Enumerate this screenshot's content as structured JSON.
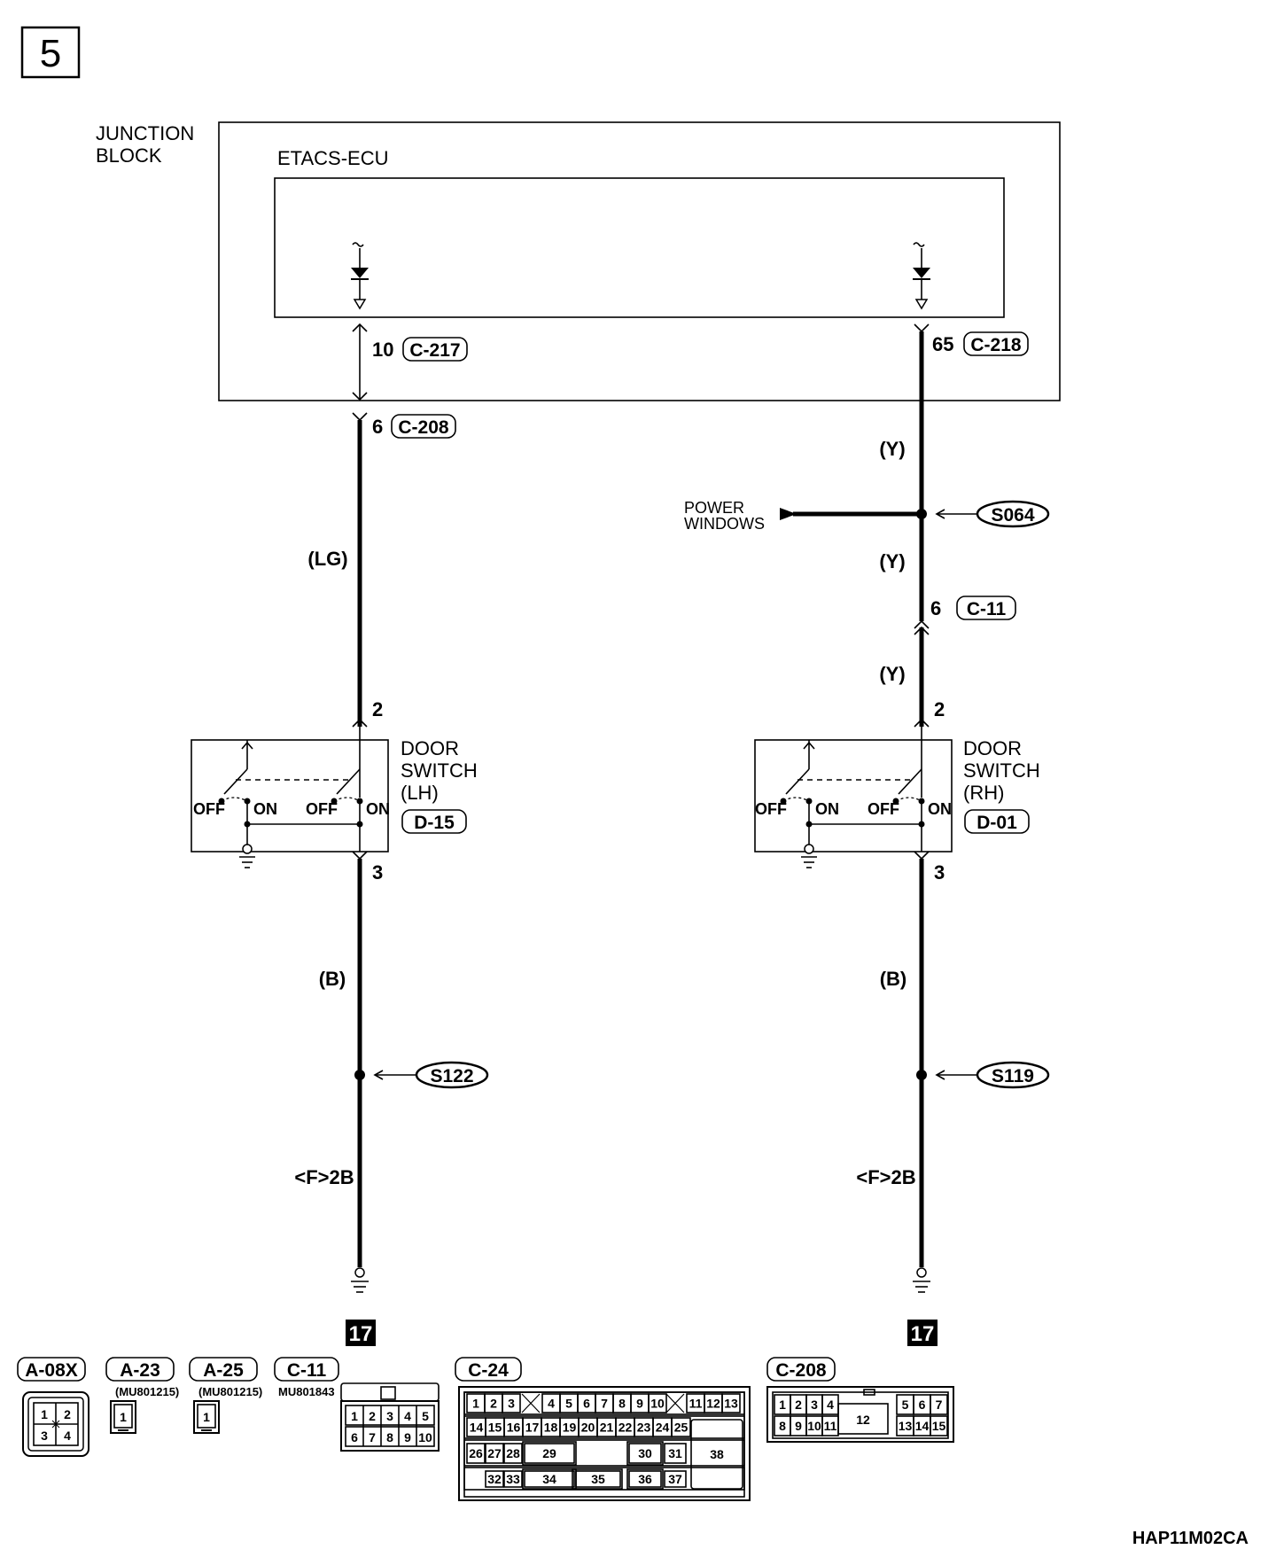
{
  "page_number": "5",
  "junction_block": {
    "line1": "JUNCTION",
    "line2": "BLOCK"
  },
  "ecu_label": "ETACS-ECU",
  "left_circuit": {
    "ecu_pin": "10",
    "ecu_connector": "C-217",
    "jb_pin": "6",
    "jb_connector": "C-208",
    "wire_color_top": "(LG)",
    "switch_pin_in": "2",
    "switch_pin_out": "3",
    "switch_name": [
      "DOOR",
      "SWITCH",
      "(LH)"
    ],
    "switch_connector": "D-15",
    "wire_color_bottom": "(B)",
    "splice": "S122",
    "ground_wire": "<F>2B",
    "ground_point": "17"
  },
  "right_circuit": {
    "ecu_pin": "65",
    "ecu_connector": "C-218",
    "wire_color_top": "(Y)",
    "branch_label": [
      "POWER",
      "WINDOWS"
    ],
    "splice_top": "S064",
    "wire_color_mid": "(Y)",
    "inline_pin": "6",
    "inline_connector": "C-11",
    "wire_color_lower": "(Y)",
    "switch_pin_in": "2",
    "switch_pin_out": "3",
    "switch_name": [
      "DOOR",
      "SWITCH",
      "(RH)"
    ],
    "switch_connector": "D-01",
    "wire_color_bottom": "(B)",
    "splice": "S119",
    "ground_wire": "<F>2B",
    "ground_point": "17"
  },
  "switch_states": {
    "off": "OFF",
    "on": "ON"
  },
  "connectors": [
    {
      "id": "A-08X",
      "part": ""
    },
    {
      "id": "A-23",
      "part": "(MU801215)"
    },
    {
      "id": "A-25",
      "part": "(MU801215)"
    },
    {
      "id": "C-11",
      "part": "MU801843"
    },
    {
      "id": "C-24",
      "part": ""
    },
    {
      "id": "C-208",
      "part": ""
    }
  ],
  "pinouts": {
    "a08x": [
      "1",
      "2",
      "3",
      "4"
    ],
    "a23": [
      "1"
    ],
    "a25": [
      "1"
    ],
    "c11": [
      "1",
      "2",
      "3",
      "4",
      "5",
      "6",
      "7",
      "8",
      "9",
      "10"
    ],
    "c24": [
      "1",
      "2",
      "3",
      "4",
      "5",
      "6",
      "7",
      "8",
      "9",
      "10",
      "11",
      "12",
      "13",
      "14",
      "15",
      "16",
      "17",
      "18",
      "19",
      "20",
      "21",
      "22",
      "23",
      "24",
      "25",
      "26",
      "27",
      "28",
      "29",
      "30",
      "31",
      "32",
      "33",
      "34",
      "35",
      "36",
      "37",
      "38"
    ],
    "c208": [
      "1",
      "2",
      "3",
      "4",
      "5",
      "6",
      "7",
      "8",
      "9",
      "10",
      "11",
      "12",
      "13",
      "14",
      "15"
    ]
  },
  "figure_code": "HAP11M02CA"
}
